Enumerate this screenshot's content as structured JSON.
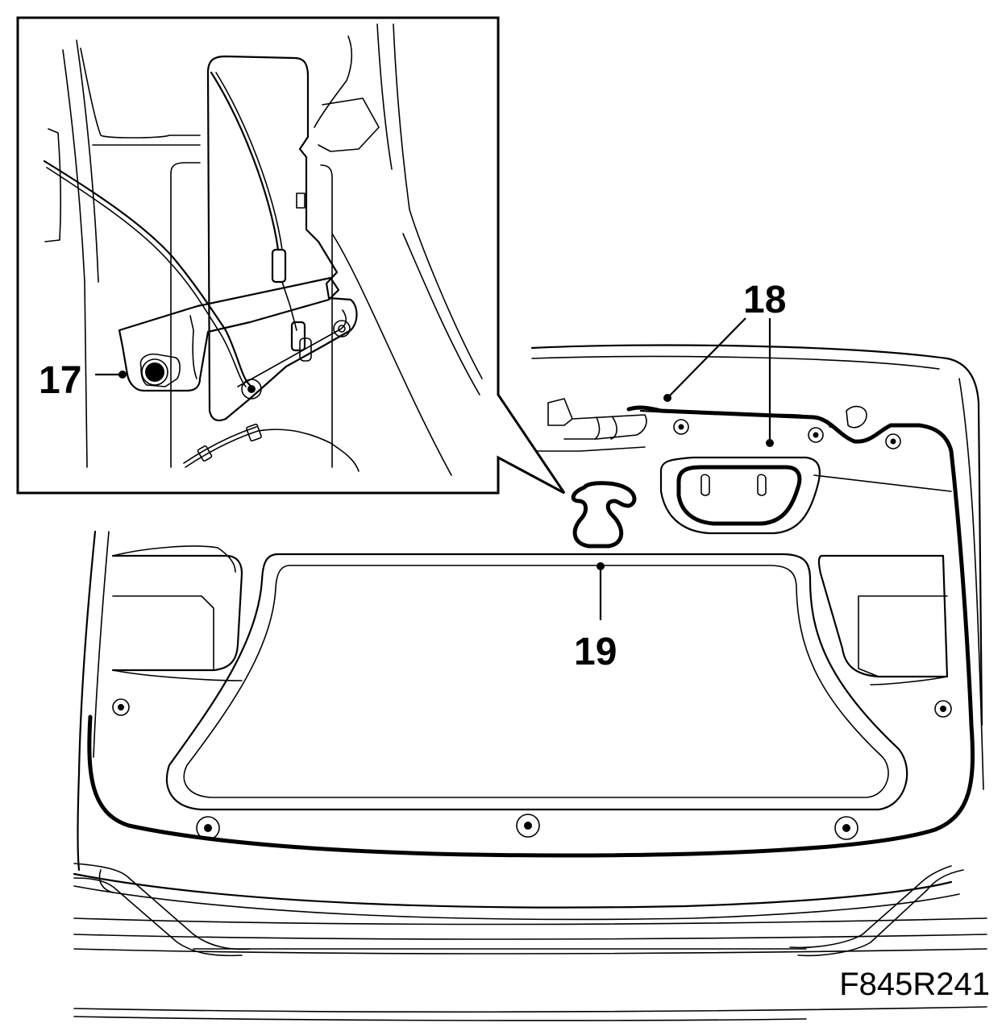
{
  "labels": {
    "l17": "17",
    "l18": "18",
    "l19": "19"
  },
  "figure_code": "F845R241"
}
